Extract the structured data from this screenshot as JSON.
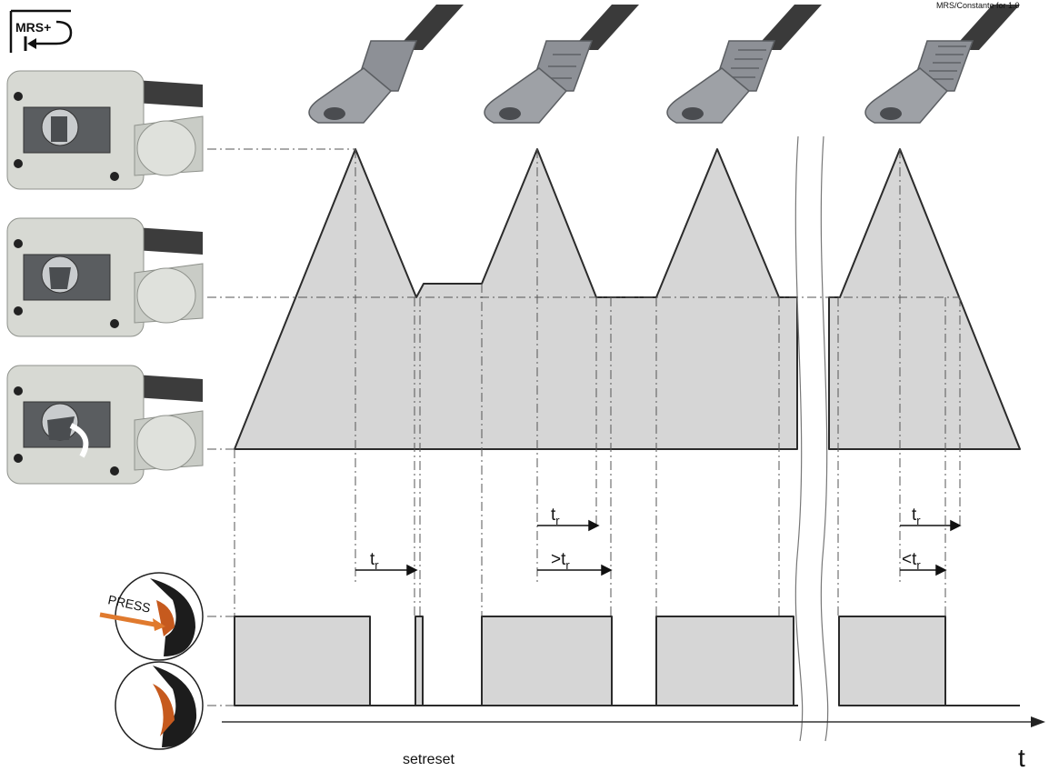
{
  "logo": {
    "text": "MRS+"
  },
  "corner_text": "MRS/Constante for 1.0",
  "press_label": "PRESS",
  "timing": {
    "tr_1": "t",
    "tr_sub": "r",
    "gt_prefix": ">",
    "lt_prefix": "<"
  },
  "axis": {
    "time_label": "t",
    "bottom_label": "setreset"
  },
  "colors": {
    "fill": "#d4d4d4",
    "line": "#2b2b2b",
    "accent": "#e07a2e"
  }
}
